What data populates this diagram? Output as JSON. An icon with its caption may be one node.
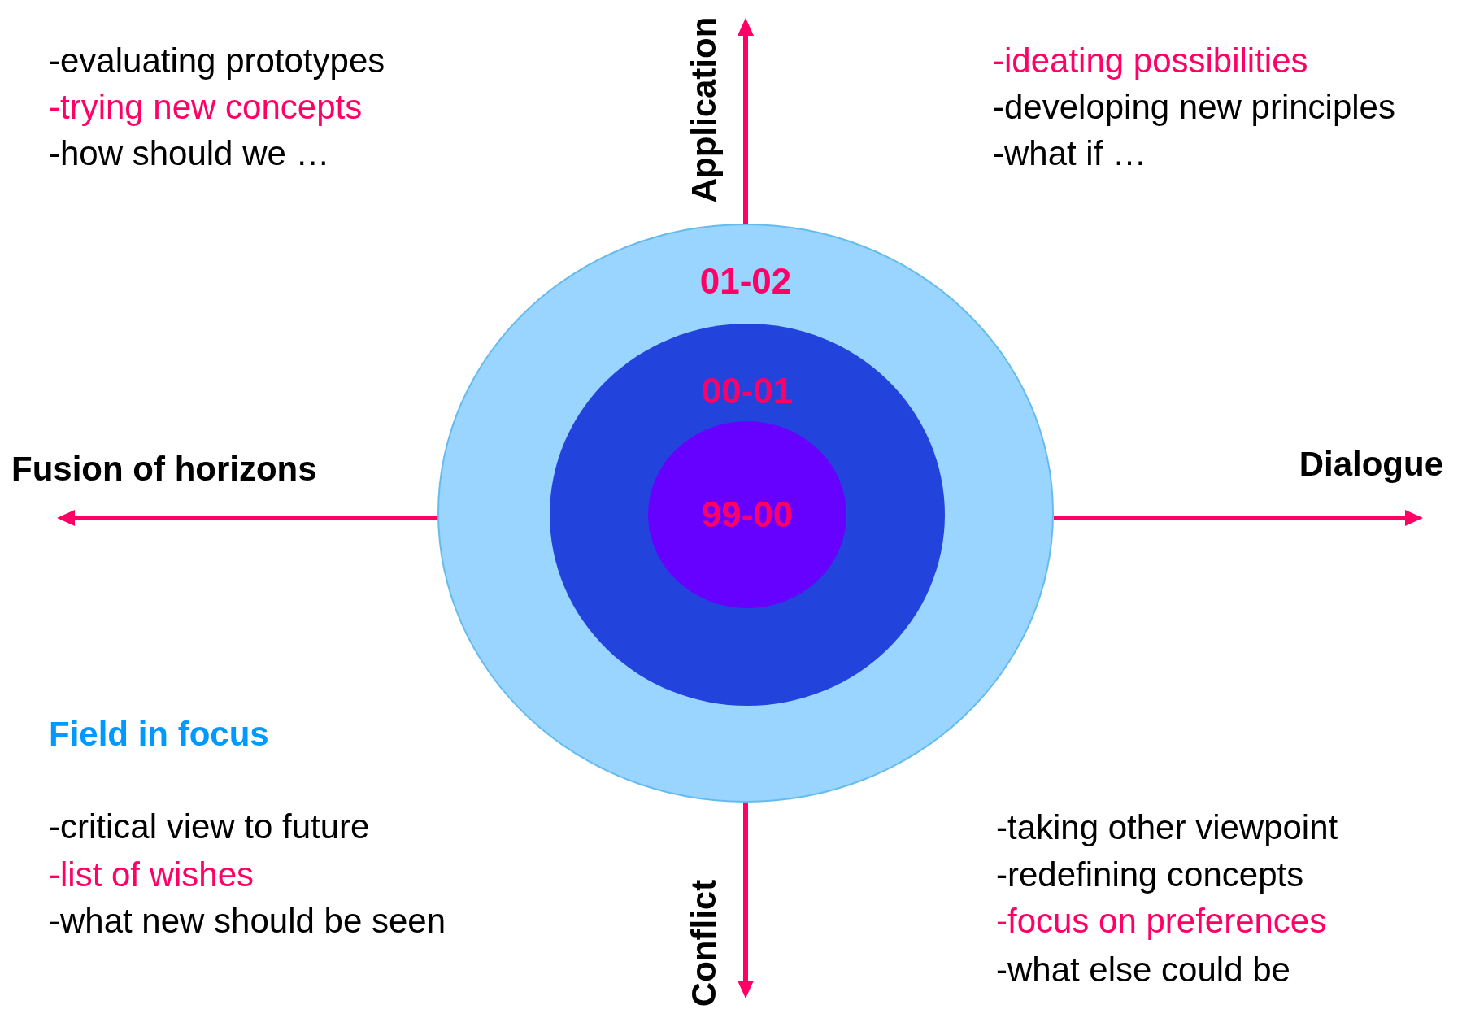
{
  "diagram": {
    "nodes": [
      {
        "text": [
          "01-02"
        ]
      },
      {
        "text": [
          "00-01"
        ],
        "in": 0
      },
      {
        "text": [
          "99-00"
        ],
        "in": 1
      }
    ],
    "labels": [
      "-evaluating prototypes",
      "-trying new concepts",
      "-how should we …",
      "Application",
      "-ideating possibilities",
      "-developing new principles",
      "-what if …",
      "Fusion of horizons",
      "Dialogue",
      "Field in focus",
      "-critical view to future",
      "-list of wishes",
      "-what new should be seen",
      "-taking other viewpoint",
      "-redefining concepts",
      "-focus on preferences",
      "-what else could be",
      "Conflict"
    ]
  }
}
